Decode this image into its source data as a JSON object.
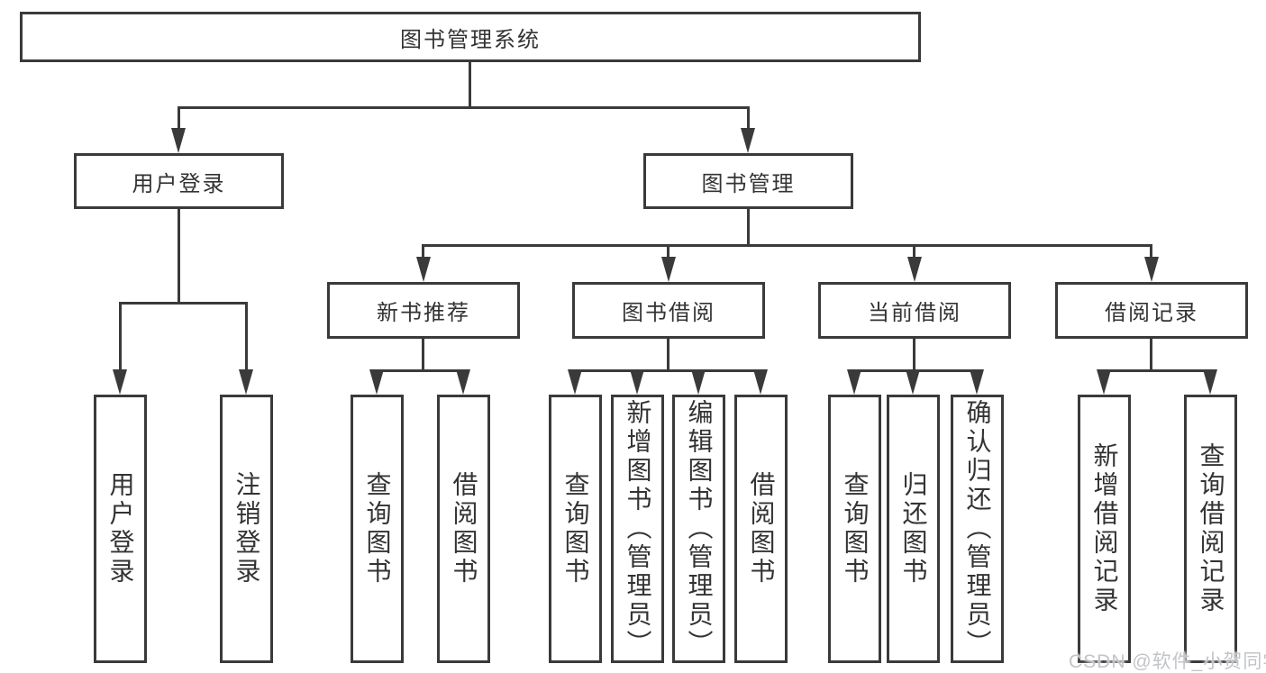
{
  "diagram": {
    "root": {
      "label": "图书管理系统"
    },
    "branches": [
      {
        "label": "用户登录",
        "children": [
          {
            "label": "用户登录"
          },
          {
            "label": "注销登录"
          }
        ]
      },
      {
        "label": "图书管理",
        "sections": [
          {
            "label": "新书推荐",
            "children": [
              {
                "label": "查询图书"
              },
              {
                "label": "借阅图书"
              }
            ]
          },
          {
            "label": "图书借阅",
            "children": [
              {
                "label": "查询图书"
              },
              {
                "label": "新增图书（管理员）"
              },
              {
                "label": "编辑图书（管理员）"
              },
              {
                "label": "借阅图书"
              }
            ]
          },
          {
            "label": "当前借阅",
            "children": [
              {
                "label": "查询图书"
              },
              {
                "label": "归还图书"
              },
              {
                "label": "确认归还（管理员）"
              }
            ]
          },
          {
            "label": "借阅记录",
            "children": [
              {
                "label": "新增借阅记录"
              },
              {
                "label": "查询借阅记录"
              }
            ]
          }
        ]
      }
    ]
  },
  "watermark": {
    "text": "CSDN @软件_小贺同学"
  },
  "colors": {
    "line": "#3a3a3a",
    "text": "#333333",
    "background": "#ffffff",
    "watermark": "#c2c4c8"
  }
}
